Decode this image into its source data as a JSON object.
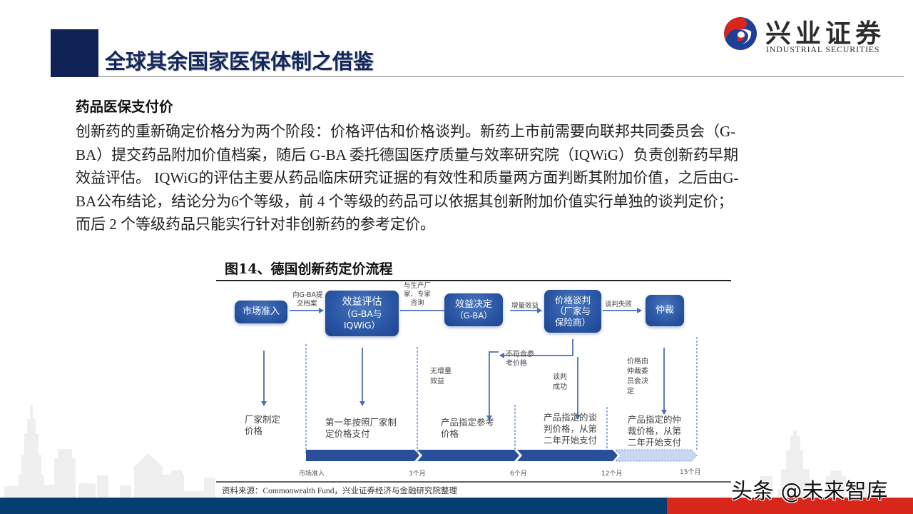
{
  "header": {
    "title": "全球其余国家医保体制之借鉴",
    "logo": {
      "icon": "swirl-logo-icon",
      "name_cn": "兴业证券",
      "name_en": "INDUSTRIAL SECURITIES"
    }
  },
  "section": {
    "title": "药品医保支付价",
    "paragraph_lines": [
      "创新药的重新确定价格分为两个阶段：价格评估和价格谈判。新药上市前需要向联邦共同委员会（G-",
      "BA）提交药品附加价值档案，随后 G-BA 委托德国医疗质量与效率研究院（IQWiG）负责创新药早期",
      "效益评估。 IQWiG的评估主要从药品临床研究证据的有效性和质量两方面判断其附加价值，之后由G-",
      "BA公布结论，结论分为6个等级，前 4 个等级的药品可以依据其创新附加价值实行单独的谈判定价；",
      "而后 2 个等级药品只能实行针对非创新药的参考定价。"
    ]
  },
  "figure": {
    "title": "图14、德国创新药定价流程",
    "source": "资料来源：Commonwealth Fund，兴业证券经济与金融研究院整理",
    "boxes": [
      {
        "id": "market-entry",
        "lines": [
          "市场准入"
        ]
      },
      {
        "id": "benefit-assessment",
        "lines": [
          "效益评估",
          "（G-BA与",
          "IQWiG）"
        ]
      },
      {
        "id": "benefit-decision",
        "lines": [
          "效益决定",
          "（G-BA）"
        ]
      },
      {
        "id": "price-negotiation",
        "lines": [
          "价格谈判",
          "（厂家与",
          "保险商）"
        ]
      },
      {
        "id": "arbitration",
        "lines": [
          "仲裁"
        ]
      }
    ],
    "arrow_labels": {
      "submit_dossier": [
        "向G-BA提",
        "交档案"
      ],
      "consult": [
        "与生产厂",
        "家、专家",
        "咨询"
      ],
      "added_benefit": "增量效益",
      "negotiation_failed": "谈判失败",
      "not_match_reference": [
        "不符合参",
        "考价格"
      ],
      "no_added_benefit": [
        "无增量",
        "效益"
      ],
      "negotiation_success": [
        "谈判",
        "成功"
      ],
      "arbitration_decides": [
        "价格由",
        "仲裁委",
        "员会决",
        "定"
      ]
    },
    "outcomes": [
      {
        "id": "manufacturer-price",
        "lines": [
          "厂家制定",
          "价格"
        ]
      },
      {
        "id": "first-year",
        "lines": [
          "第一年按照厂家制",
          "定价格支付"
        ]
      },
      {
        "id": "reference-price",
        "lines": [
          "产品指定参考",
          "价格"
        ]
      },
      {
        "id": "negotiated-price",
        "lines": [
          "产品指定的谈",
          "判价格，从第",
          "二年开始支付"
        ]
      },
      {
        "id": "arbitrated-price",
        "lines": [
          "产品指定的仲",
          "裁价格，从第",
          "二年开始支付"
        ]
      }
    ],
    "timeline": [
      "市场准入",
      "3个月",
      "6个月",
      "12个月",
      "15个月"
    ],
    "colors": {
      "box_dark": "#1d4590",
      "box_light": "#4d78bd",
      "arrow": "#4a6fb5",
      "timeline_dark": "#2a4f9a",
      "timeline_light": "#c9d8f0"
    }
  },
  "footer": {
    "watermark": "头条 @未来智库",
    "colors": {
      "navy": "#073e71",
      "red": "#d8261a"
    }
  }
}
